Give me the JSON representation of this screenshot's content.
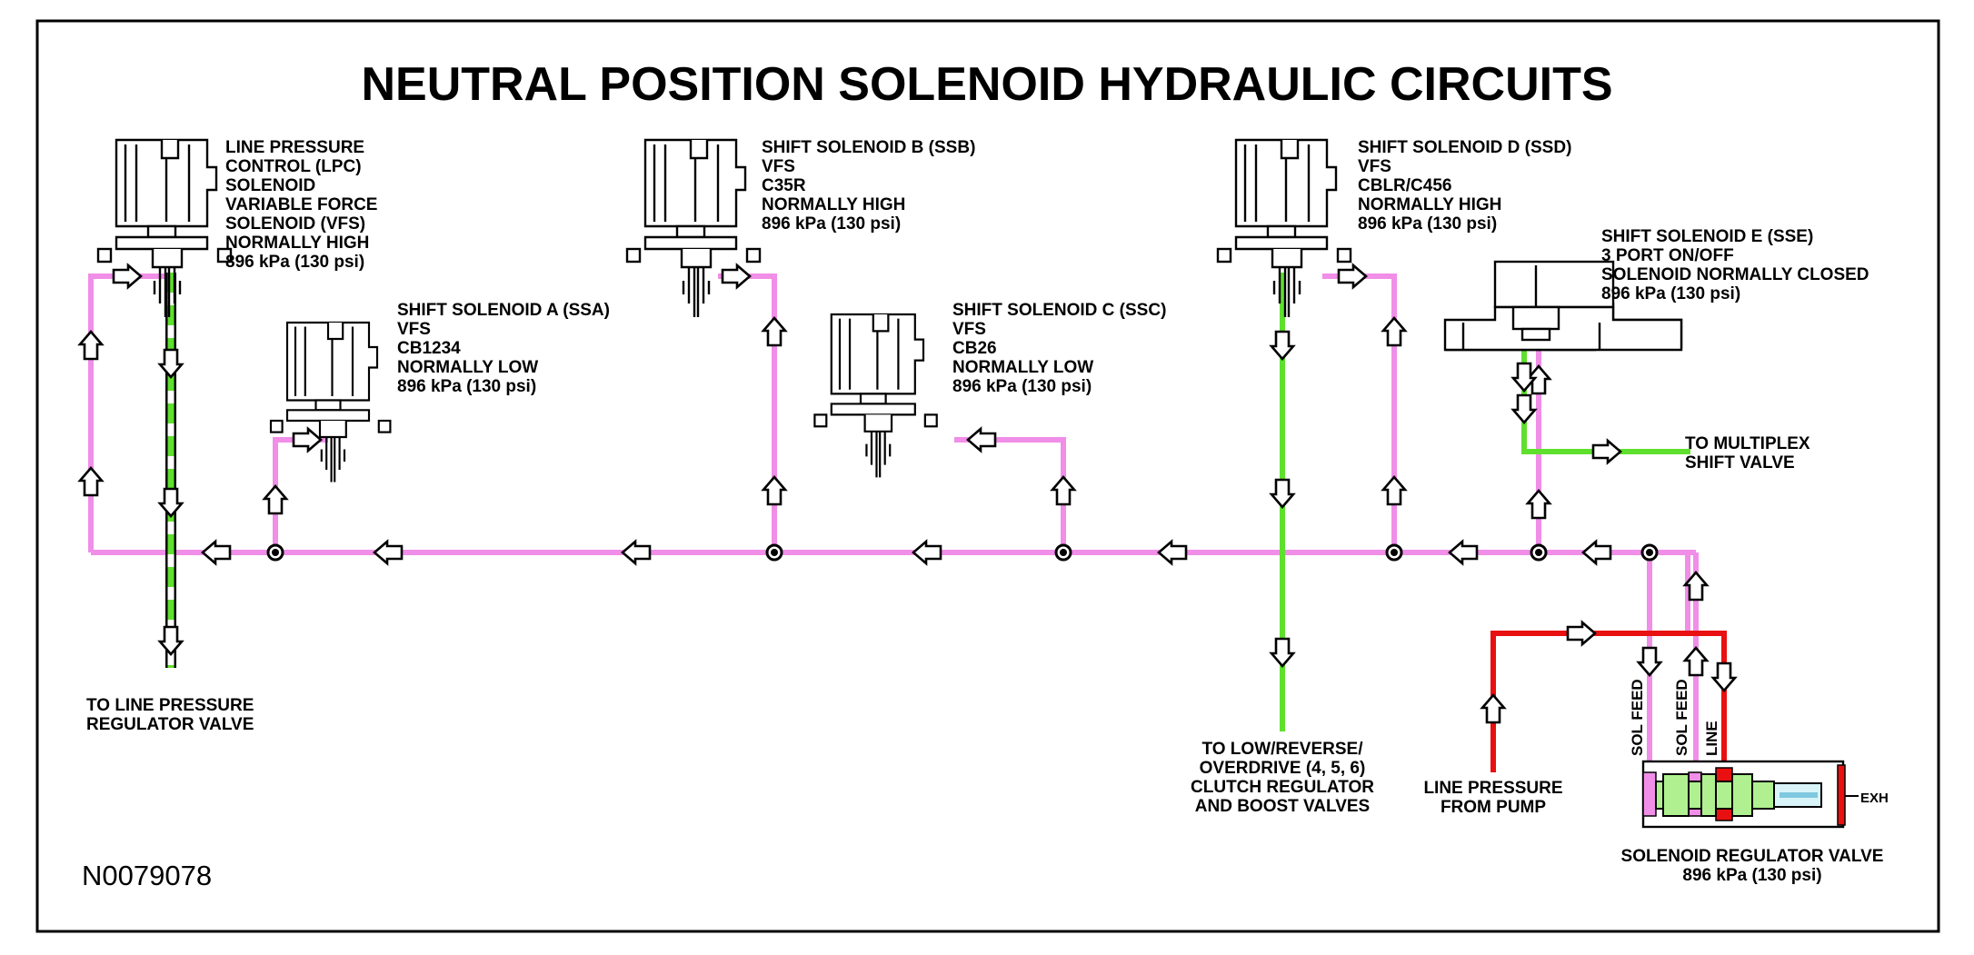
{
  "title": "NEUTRAL POSITION SOLENOID HYDRAULIC CIRCUITS",
  "figure_code": "N0079078",
  "colors": {
    "solenoid_feed": "#f08ee8",
    "line_pressure": "#e81010",
    "output_green": "#5fe02e",
    "outline": "#000000"
  },
  "solenoids": {
    "lpc": {
      "lines": [
        "LINE PRESSURE",
        "CONTROL (LPC)",
        "SOLENOID",
        "VARIABLE FORCE",
        "SOLENOID (VFS)",
        "NORMALLY HIGH",
        "896 kPa (130 psi)"
      ]
    },
    "ssa": {
      "lines": [
        "SHIFT SOLENOID A (SSA)",
        "VFS",
        "CB1234",
        "NORMALLY LOW",
        "896 kPa (130 psi)"
      ]
    },
    "ssb": {
      "lines": [
        "SHIFT SOLENOID B (SSB)",
        "VFS",
        "C35R",
        "NORMALLY HIGH",
        "896 kPa (130 psi)"
      ]
    },
    "ssc": {
      "lines": [
        "SHIFT SOLENOID C (SSC)",
        "VFS",
        "CB26",
        "NORMALLY LOW",
        "896 kPa (130 psi)"
      ]
    },
    "ssd": {
      "lines": [
        "SHIFT SOLENOID D (SSD)",
        "VFS",
        "CBLR/C456",
        "NORMALLY HIGH",
        "896 kPa (130 psi)"
      ]
    },
    "sse": {
      "lines": [
        "SHIFT SOLENOID E (SSE)",
        "3 PORT ON/OFF",
        "SOLENOID NORMALLY CLOSED",
        "896 kPa (130 psi)"
      ]
    }
  },
  "destinations": {
    "line_pressure_regulator": {
      "lines": [
        "TO LINE PRESSURE",
        "REGULATOR VALVE"
      ]
    },
    "low_reverse": {
      "lines": [
        "TO LOW/REVERSE/",
        "OVERDRIVE (4, 5, 6)",
        "CLUTCH REGULATOR",
        "AND BOOST VALVES"
      ]
    },
    "multiplex": {
      "lines": [
        "TO MULTIPLEX",
        "SHIFT VALVE"
      ]
    },
    "pump": {
      "lines": [
        "LINE PRESSURE",
        "FROM PUMP"
      ]
    }
  },
  "regulator_valve": {
    "lines": [
      "SOLENOID REGULATOR VALVE",
      "896 kPa (130 psi)"
    ],
    "ports": [
      "SOL FEED",
      "SOL FEED",
      "LINE"
    ],
    "exhaust": "EXH"
  }
}
